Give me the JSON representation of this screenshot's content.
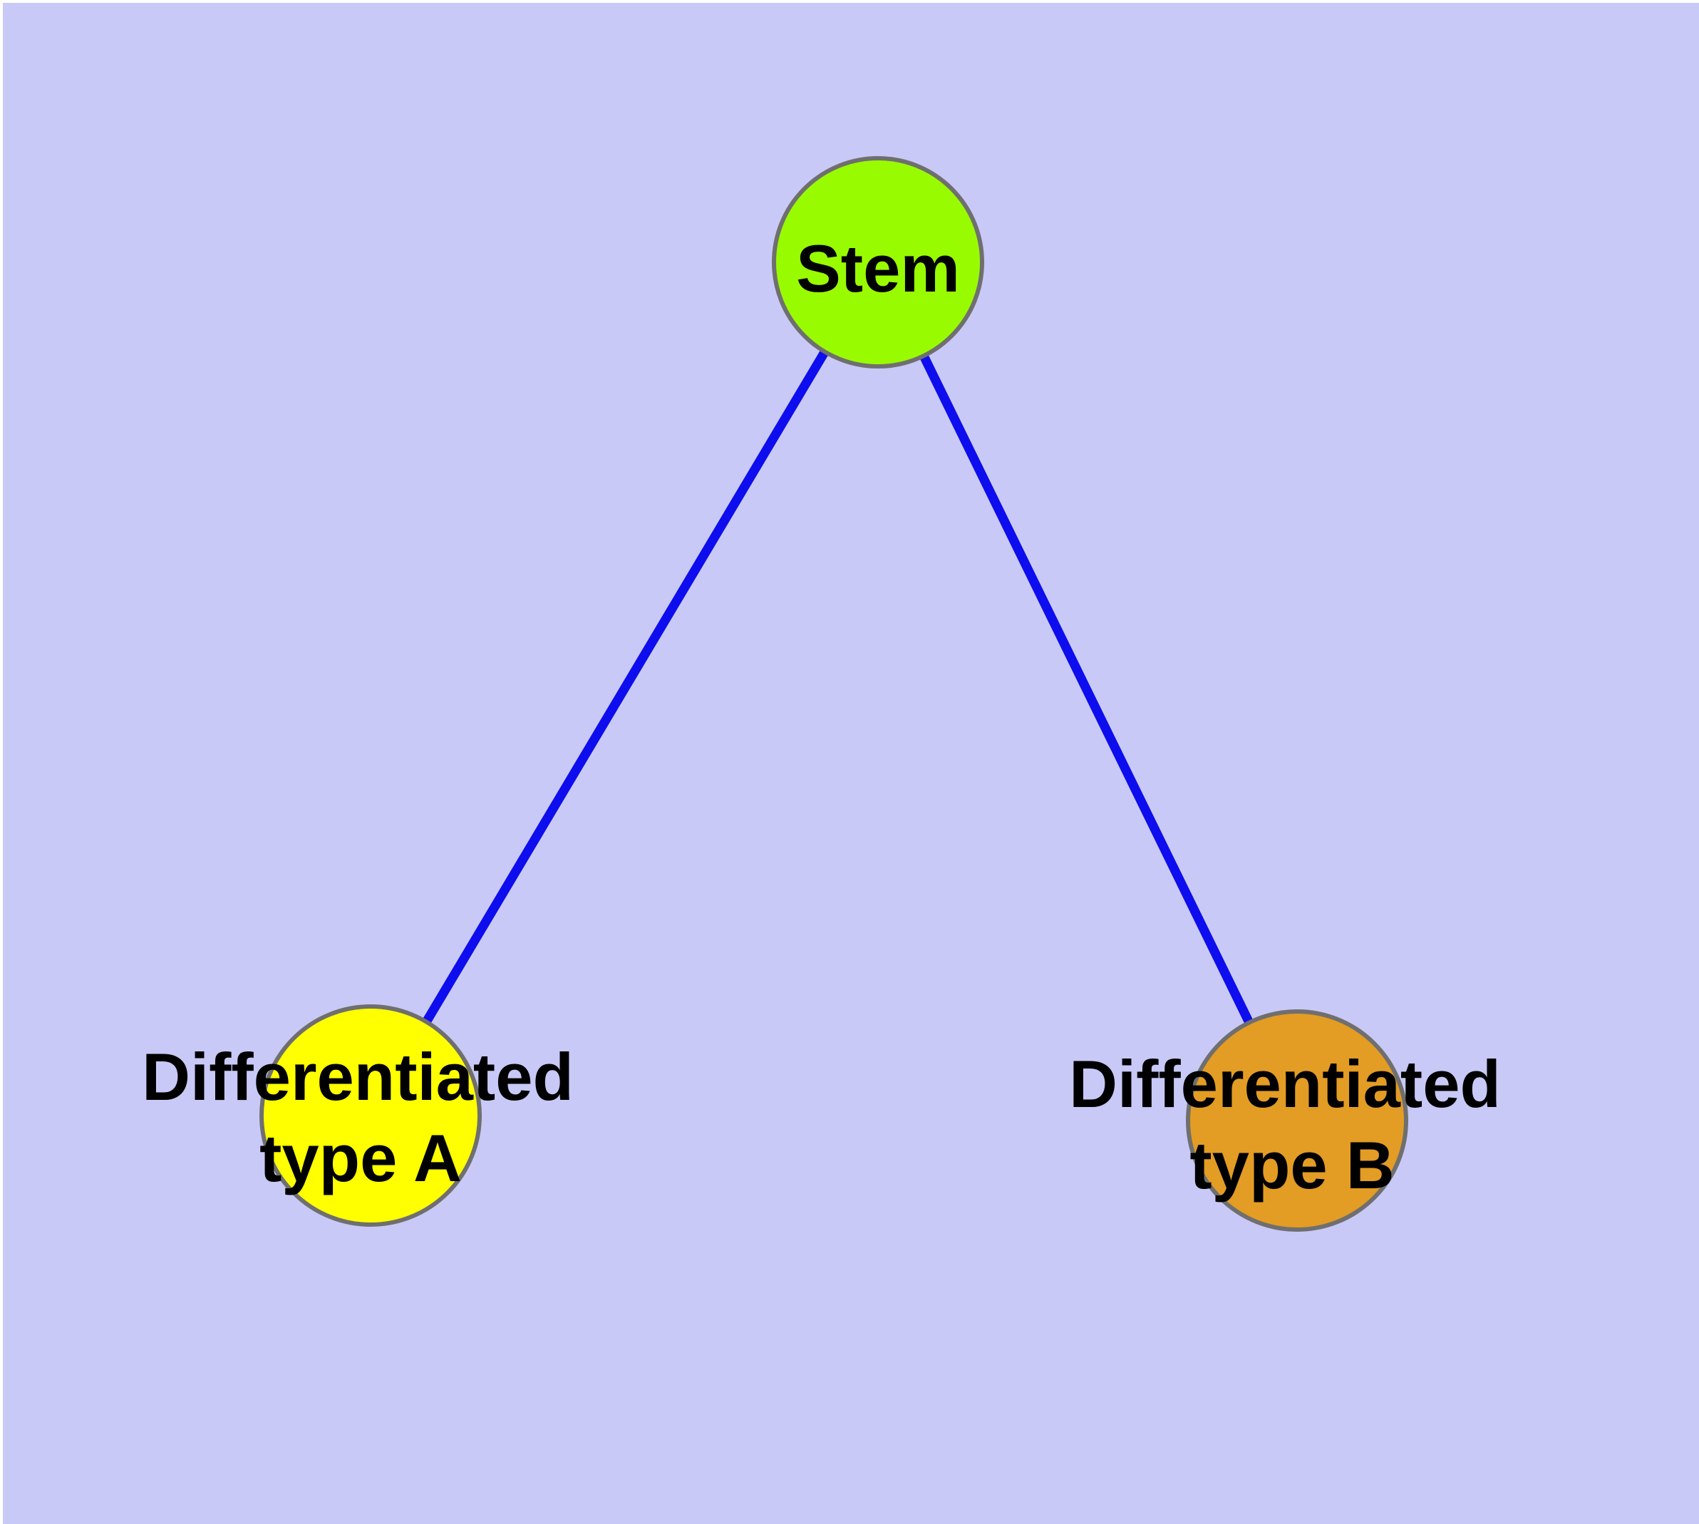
{
  "diagram": {
    "type": "graph",
    "description": "Stem cell differentiation tree: one stem node connected to two differentiated cell type nodes",
    "background_color": "#C9C9F7",
    "page_margin_color": "#FFFFFF",
    "edge_color": "#0D0DEE",
    "node_border_color": "#6F6F6F",
    "label_color": "#000000",
    "nodes": [
      {
        "id": "stem",
        "label": "Stem",
        "label_lines": [
          "Stem"
        ],
        "color": "#99FB00"
      },
      {
        "id": "differentiated-type-a",
        "label": "Differentiated type A",
        "label_lines": [
          "Differentiated",
          "type A"
        ],
        "color": "#FFFF00"
      },
      {
        "id": "differentiated-type-b",
        "label": "Differentiated type B",
        "label_lines": [
          "Differentiated",
          "type B"
        ],
        "color": "#E39C24"
      }
    ],
    "edges": [
      {
        "from": "Stem",
        "to": "Differentiated type A"
      },
      {
        "from": "Stem",
        "to": "Differentiated type B"
      }
    ]
  }
}
